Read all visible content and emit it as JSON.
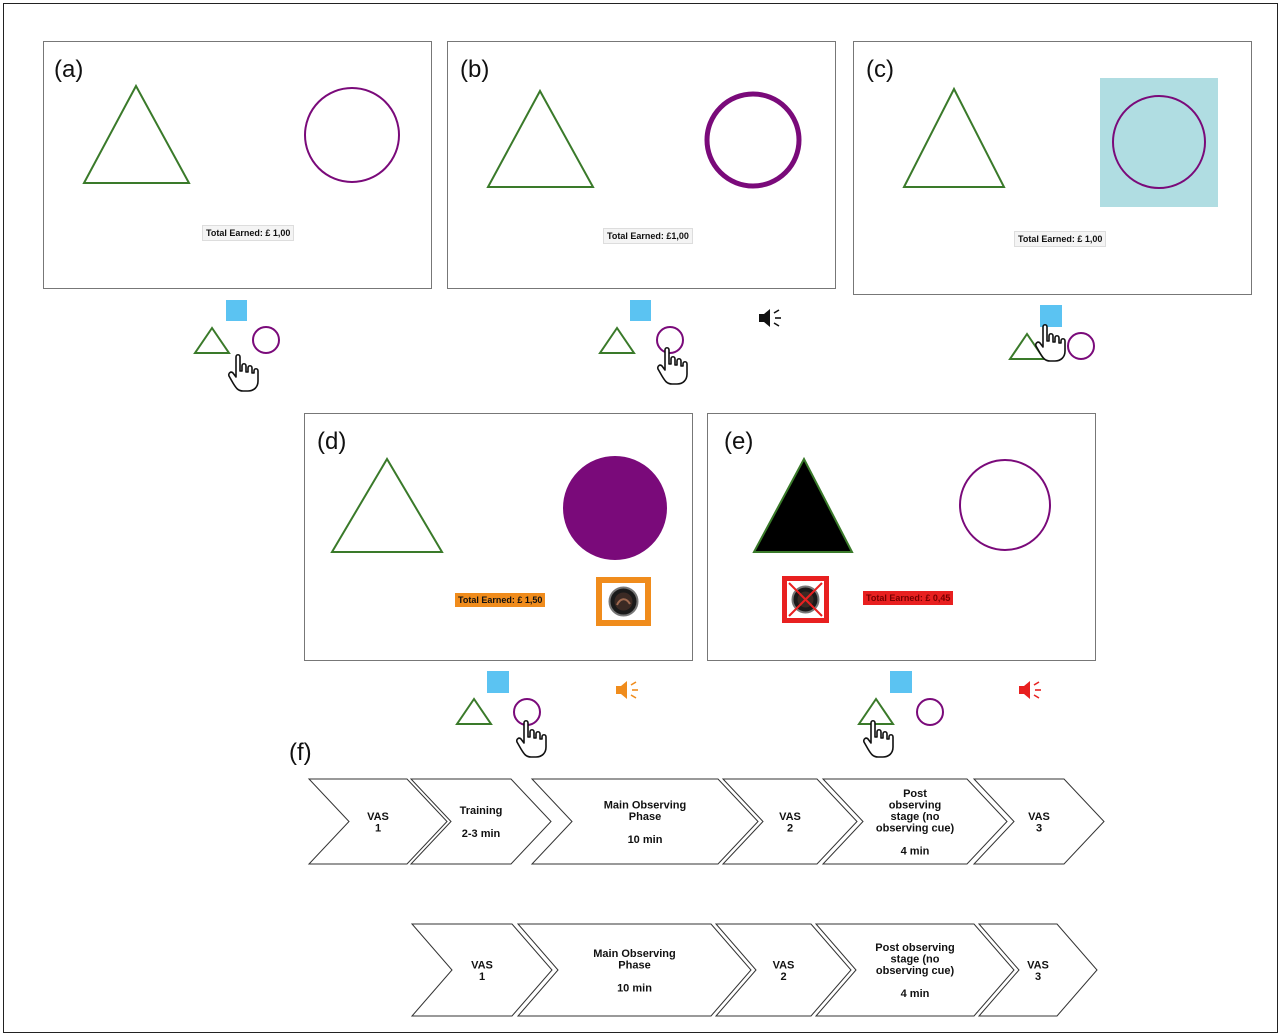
{
  "panels": [
    {
      "label": "(a)",
      "earned": "Total Earned: £ 1,00"
    },
    {
      "label": "(b)",
      "earned": "Total Earned: £1,00"
    },
    {
      "label": "(c)",
      "earned": "Total Earned: £ 1,00"
    },
    {
      "label": "(d)",
      "earned": "Total Earned: £ 1,50"
    },
    {
      "label": "(e)",
      "earned": "Total Earned: £ 0,45"
    }
  ],
  "timeline": {
    "label": "(f)",
    "row1": [
      {
        "lines": [
          "VAS",
          "1"
        ]
      },
      {
        "lines": [
          "Training",
          "",
          "2-3 min"
        ]
      },
      {
        "lines": [
          "Main Observing",
          "Phase",
          "",
          "10 min"
        ]
      },
      {
        "lines": [
          "VAS",
          "2"
        ]
      },
      {
        "lines": [
          "Post",
          "observing",
          "stage (no",
          "observing cue)",
          "",
          "4 min"
        ]
      },
      {
        "lines": [
          "VAS",
          "3"
        ]
      }
    ],
    "row2": [
      {
        "lines": [
          "VAS",
          "1"
        ]
      },
      {
        "lines": [
          "Main Observing",
          "Phase",
          "",
          "10 min"
        ]
      },
      {
        "lines": [
          "VAS",
          "2"
        ]
      },
      {
        "lines": [
          "Post observing",
          "stage (no",
          "observing cue)",
          "",
          "4 min"
        ]
      },
      {
        "lines": [
          "VAS",
          "3"
        ]
      }
    ]
  },
  "colors": {
    "triangle": "#3a7a2a",
    "circle": "#7a0a7a",
    "cue_square": "#5bc3f2",
    "highlight": "#b0dde2",
    "gain": "#f08c1c",
    "loss": "#e82020"
  },
  "icons": [
    "pointer-hand-icon",
    "speaker-icon",
    "coin-icon"
  ]
}
